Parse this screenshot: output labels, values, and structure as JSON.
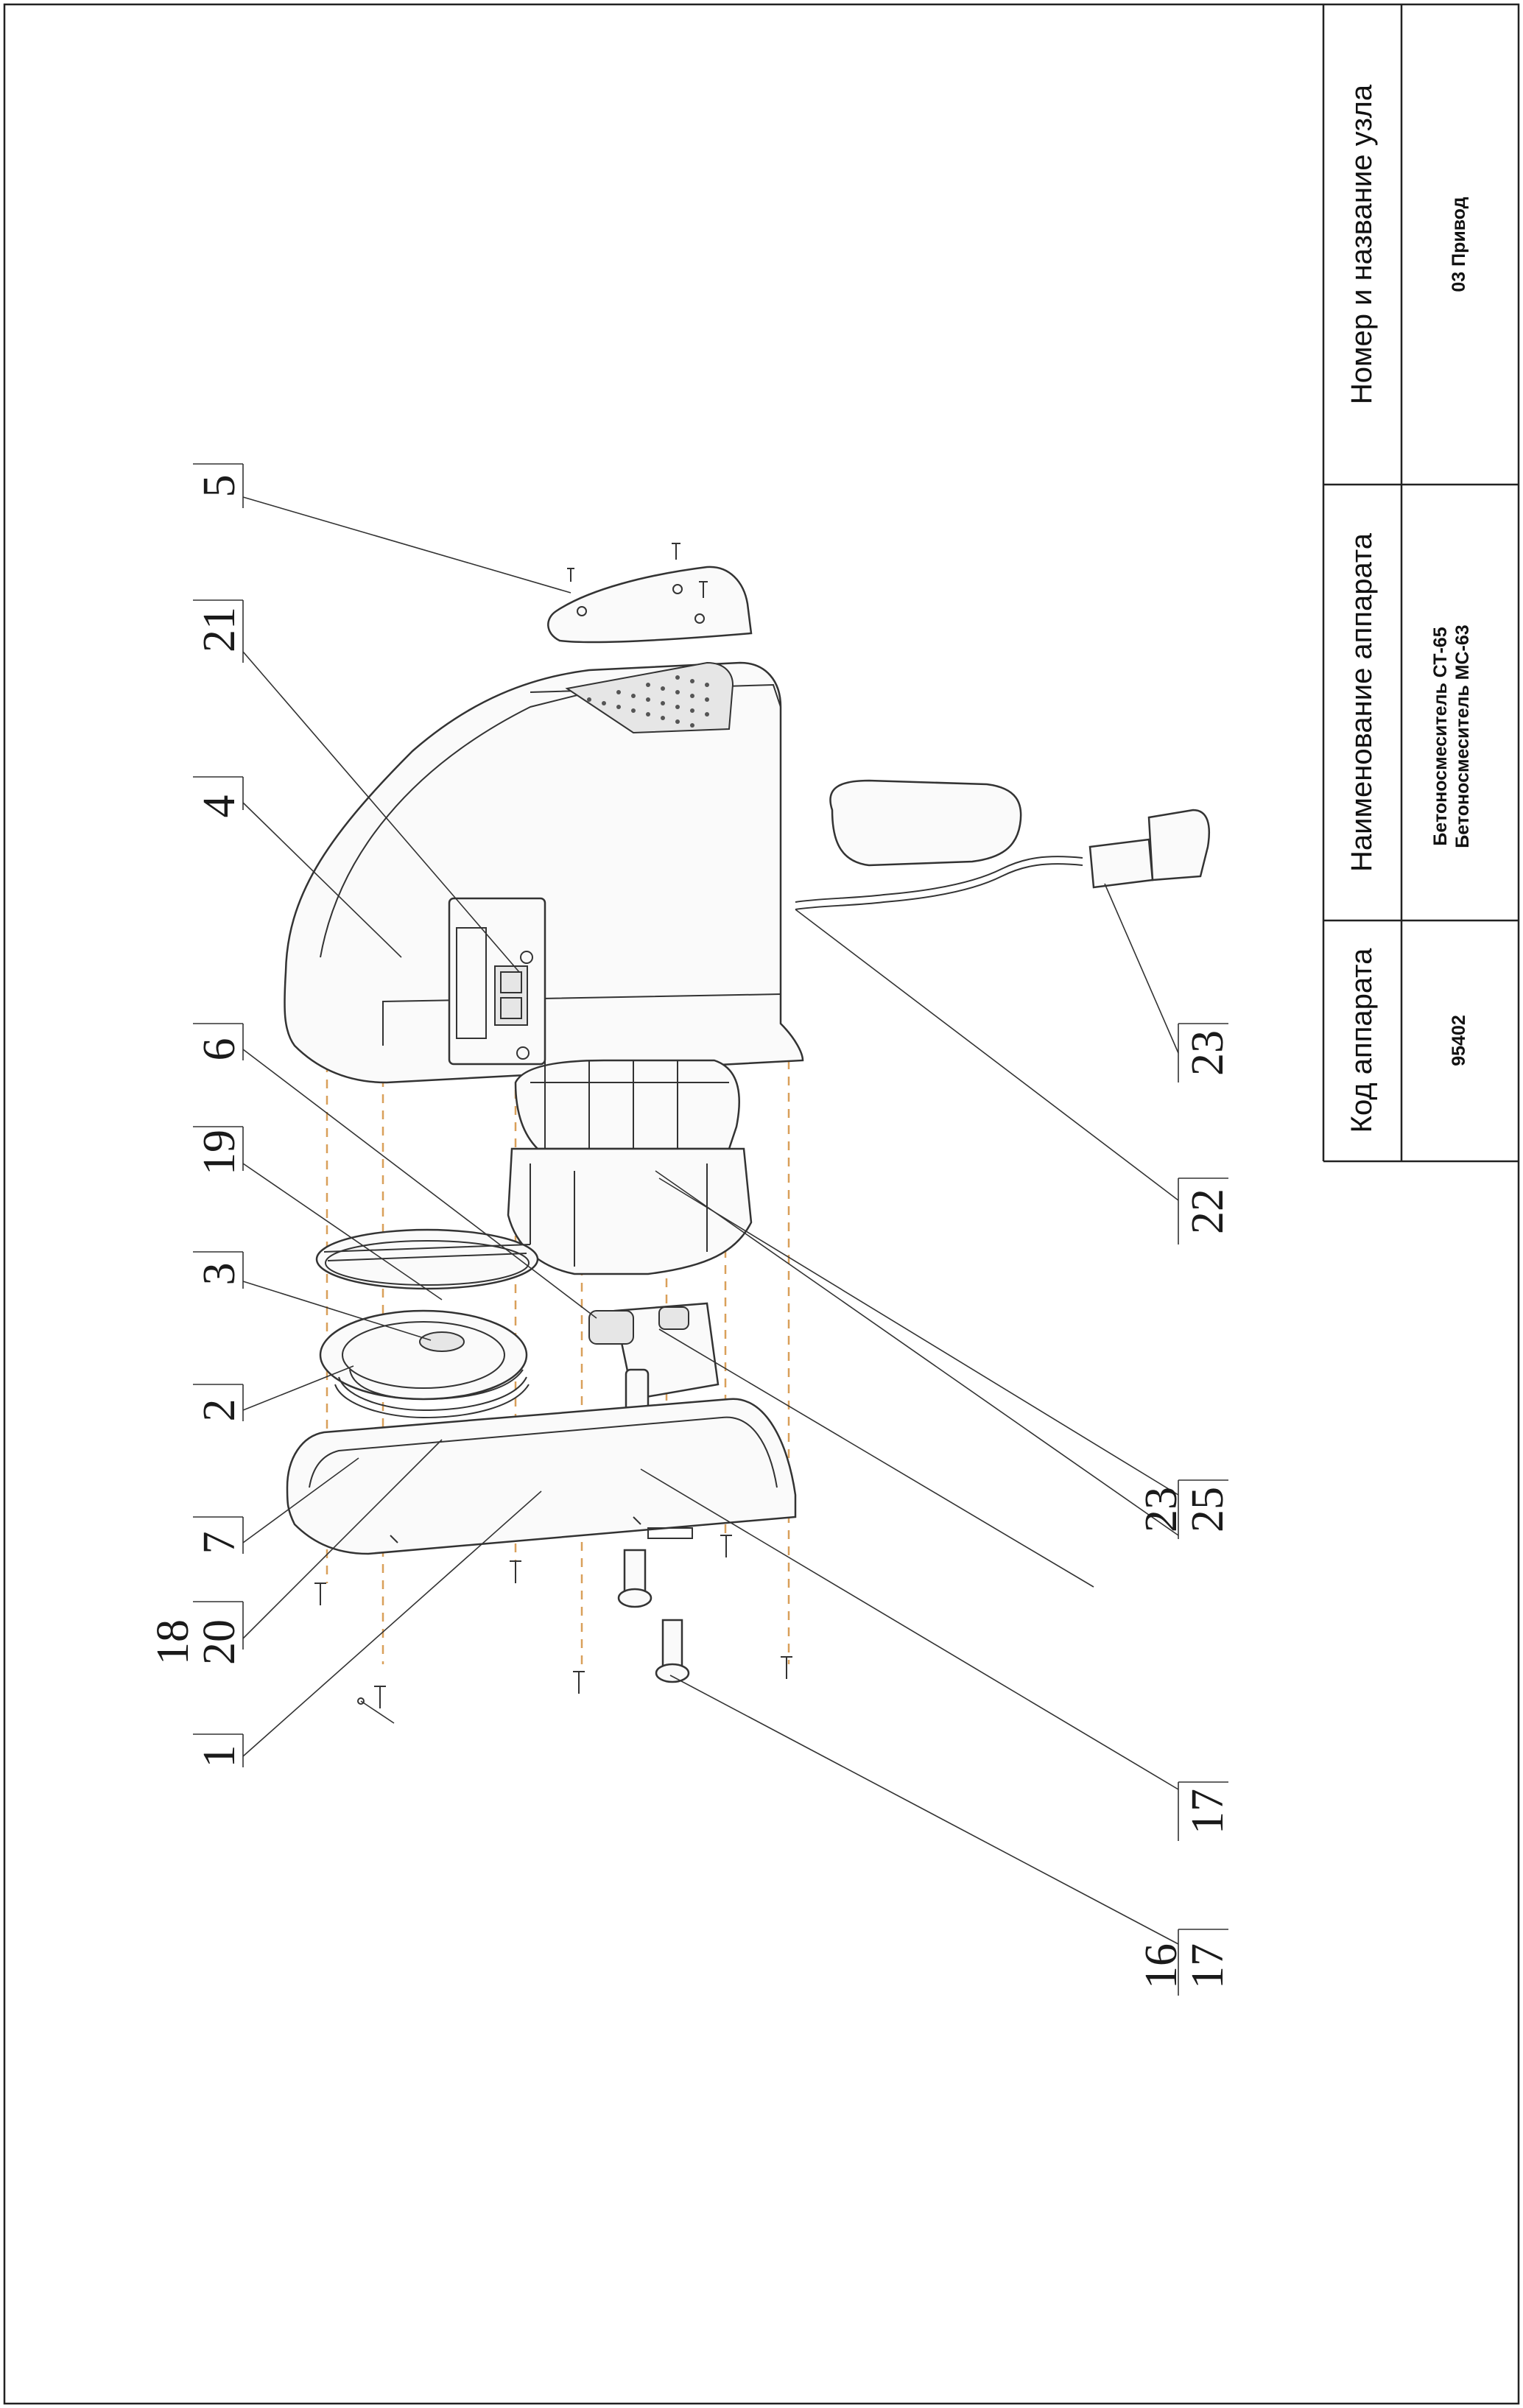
{
  "title_block": {
    "col_code": {
      "header": "Код аппарата",
      "value": "95402"
    },
    "col_name": {
      "header": "Наименование аппарата",
      "value_line1": "Бетоносмеситель СТ-65",
      "value_line2": "Бетоносмеситель МС-63"
    },
    "col_node": {
      "header": "Номер и название узла",
      "value": "03 Привод"
    }
  },
  "callouts": {
    "c5": "5",
    "c21": "21",
    "c4": "4",
    "c6": "6",
    "c19": "19",
    "c3": "3",
    "c2": "2",
    "c7": "7",
    "c18": "18",
    "c20": "20",
    "c1": "1",
    "c23a": "23",
    "c22": "22",
    "c23b": "23",
    "c25": "25",
    "c17a": "17",
    "c16": "16",
    "c17b": "17"
  }
}
